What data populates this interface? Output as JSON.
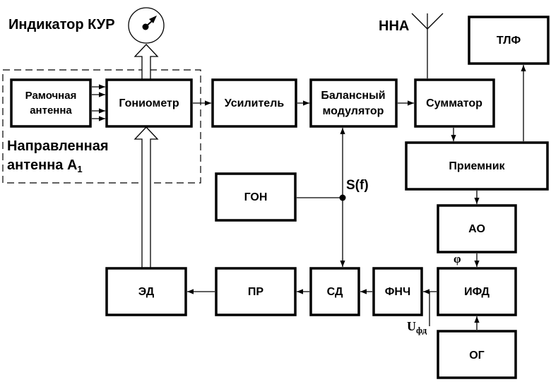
{
  "diagram": {
    "title_indicator": "Индикатор КУР",
    "antenna_group": {
      "line1": "Направленная",
      "line2": "антенна А",
      "subscript": "1"
    },
    "omni_antenna_label": "ННА",
    "signal_label": "S(f)",
    "phi_label": "φ",
    "u_label": "U",
    "u_subscript": "фд",
    "blocks": {
      "frame_antenna": [
        "Рамочная",
        "антенна"
      ],
      "goniometer": "Гониометр",
      "amplifier": "Усилитель",
      "balanced_modulator": [
        "Балансный",
        "модулятор"
      ],
      "summator": "Сумматор",
      "tlf": "ТЛФ",
      "receiver": "Приемник",
      "gon": "ГОН",
      "ao": "АО",
      "ed": "ЭД",
      "pr": "ПР",
      "sd": "СД",
      "fnch": "ФНЧ",
      "ifd": "ИФД",
      "og": "ОГ"
    },
    "icons": {
      "indicator": "dial-indicator-icon",
      "antenna": "antenna-icon"
    }
  }
}
